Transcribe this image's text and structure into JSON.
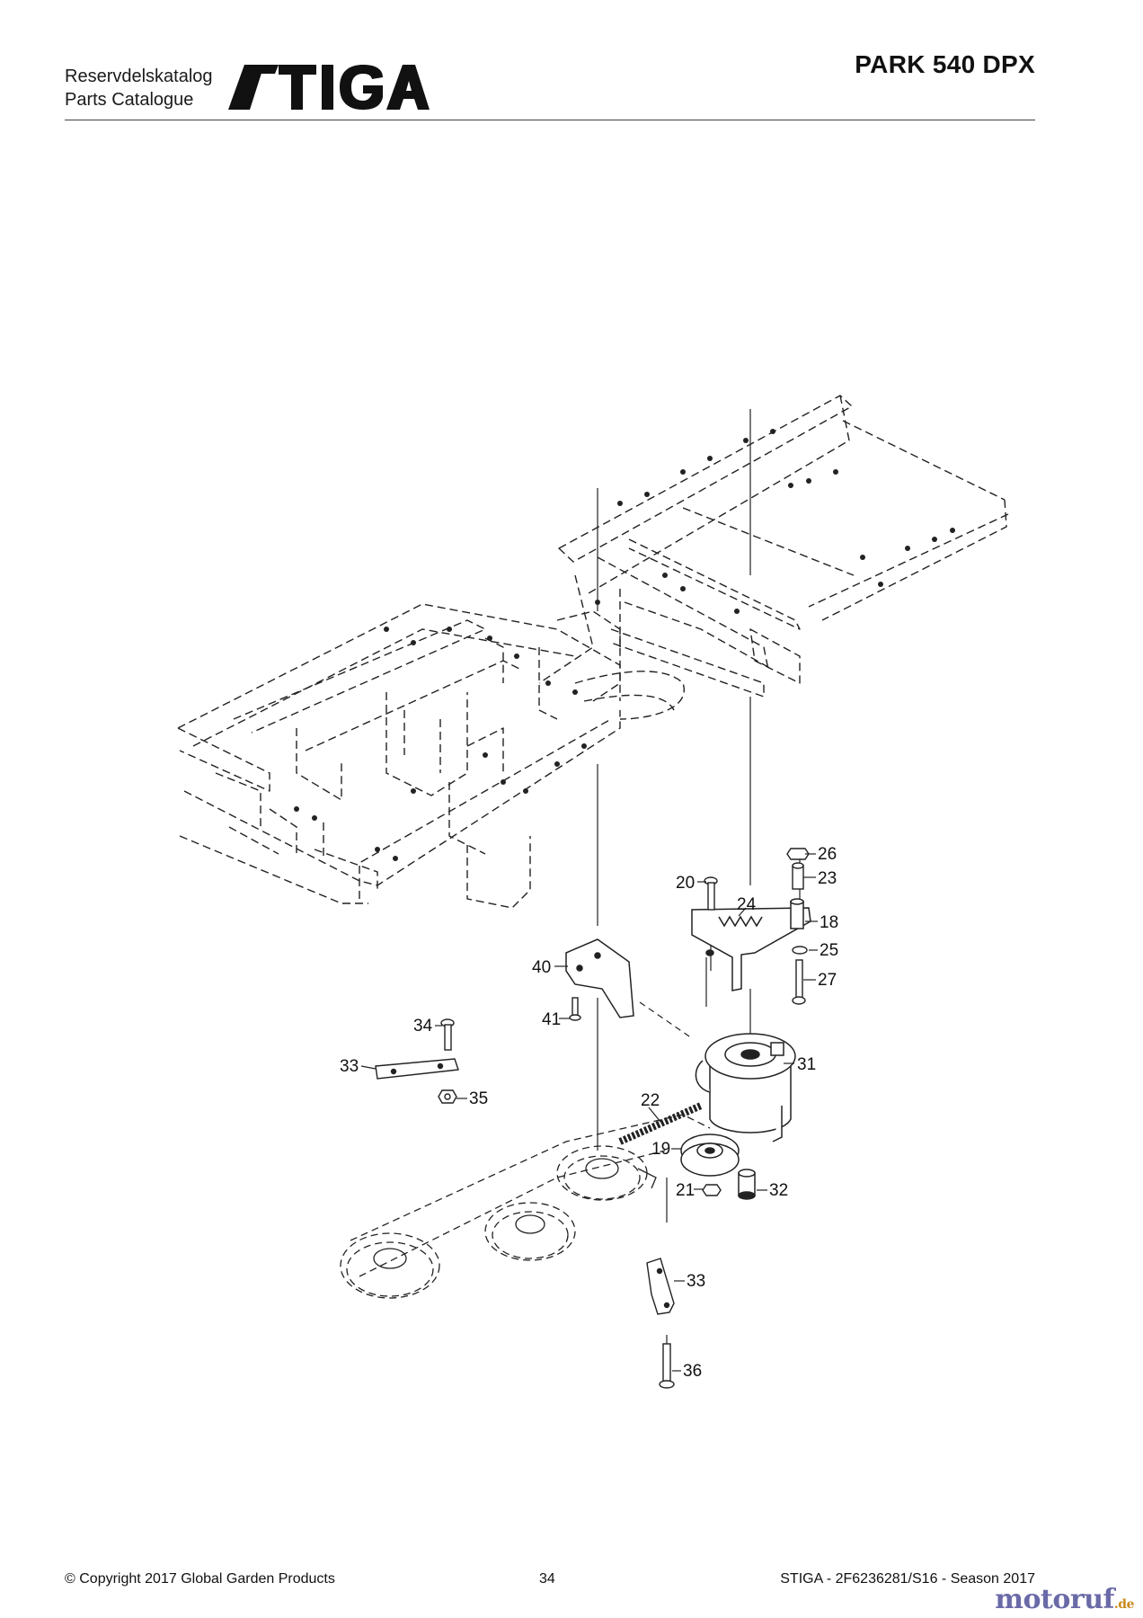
{
  "header": {
    "line1": "Reservdelskatalog",
    "line2": "Parts Catalogue",
    "logo_text": "STIGA",
    "model": "PARK 540 DPX"
  },
  "footer": {
    "copyright": "© Copyright 2017 Global Garden Products",
    "page": "34",
    "reference": "STIGA - 2F6236281/S16 - Season 2017"
  },
  "watermark": {
    "name": "motoruf",
    "tld": ".de"
  },
  "callouts": {
    "n18": "18",
    "n19": "19",
    "n20": "20",
    "n21": "21",
    "n22": "22",
    "n23": "23",
    "n24": "24",
    "n25": "25",
    "n26": "26",
    "n27": "27",
    "n31": "31",
    "n32": "32",
    "n33a": "33",
    "n33b": "33",
    "n34": "34",
    "n35": "35",
    "n36": "36",
    "n40": "40",
    "n41": "41"
  }
}
